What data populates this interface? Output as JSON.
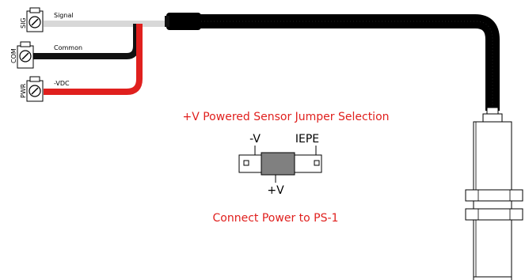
{
  "terminals": [
    {
      "id": "sig",
      "label": "SIG",
      "wire_label": "Signal"
    },
    {
      "id": "com",
      "label": "COM",
      "wire_label": "Common"
    },
    {
      "id": "pwr",
      "label": "PWR",
      "wire_label": "-VDC"
    }
  ],
  "jumper": {
    "title": "+V Powered Sensor Jumper Selection",
    "left_label": "-V",
    "right_label": "IEPE",
    "bottom_label": "+V"
  },
  "power_note": "Connect Power to PS-1",
  "colors": {
    "signal_wire": "#d8d8d8",
    "common_wire": "#111111",
    "power_wire": "#e0201e",
    "cable": "#000000",
    "accent_text": "#e0201e"
  }
}
